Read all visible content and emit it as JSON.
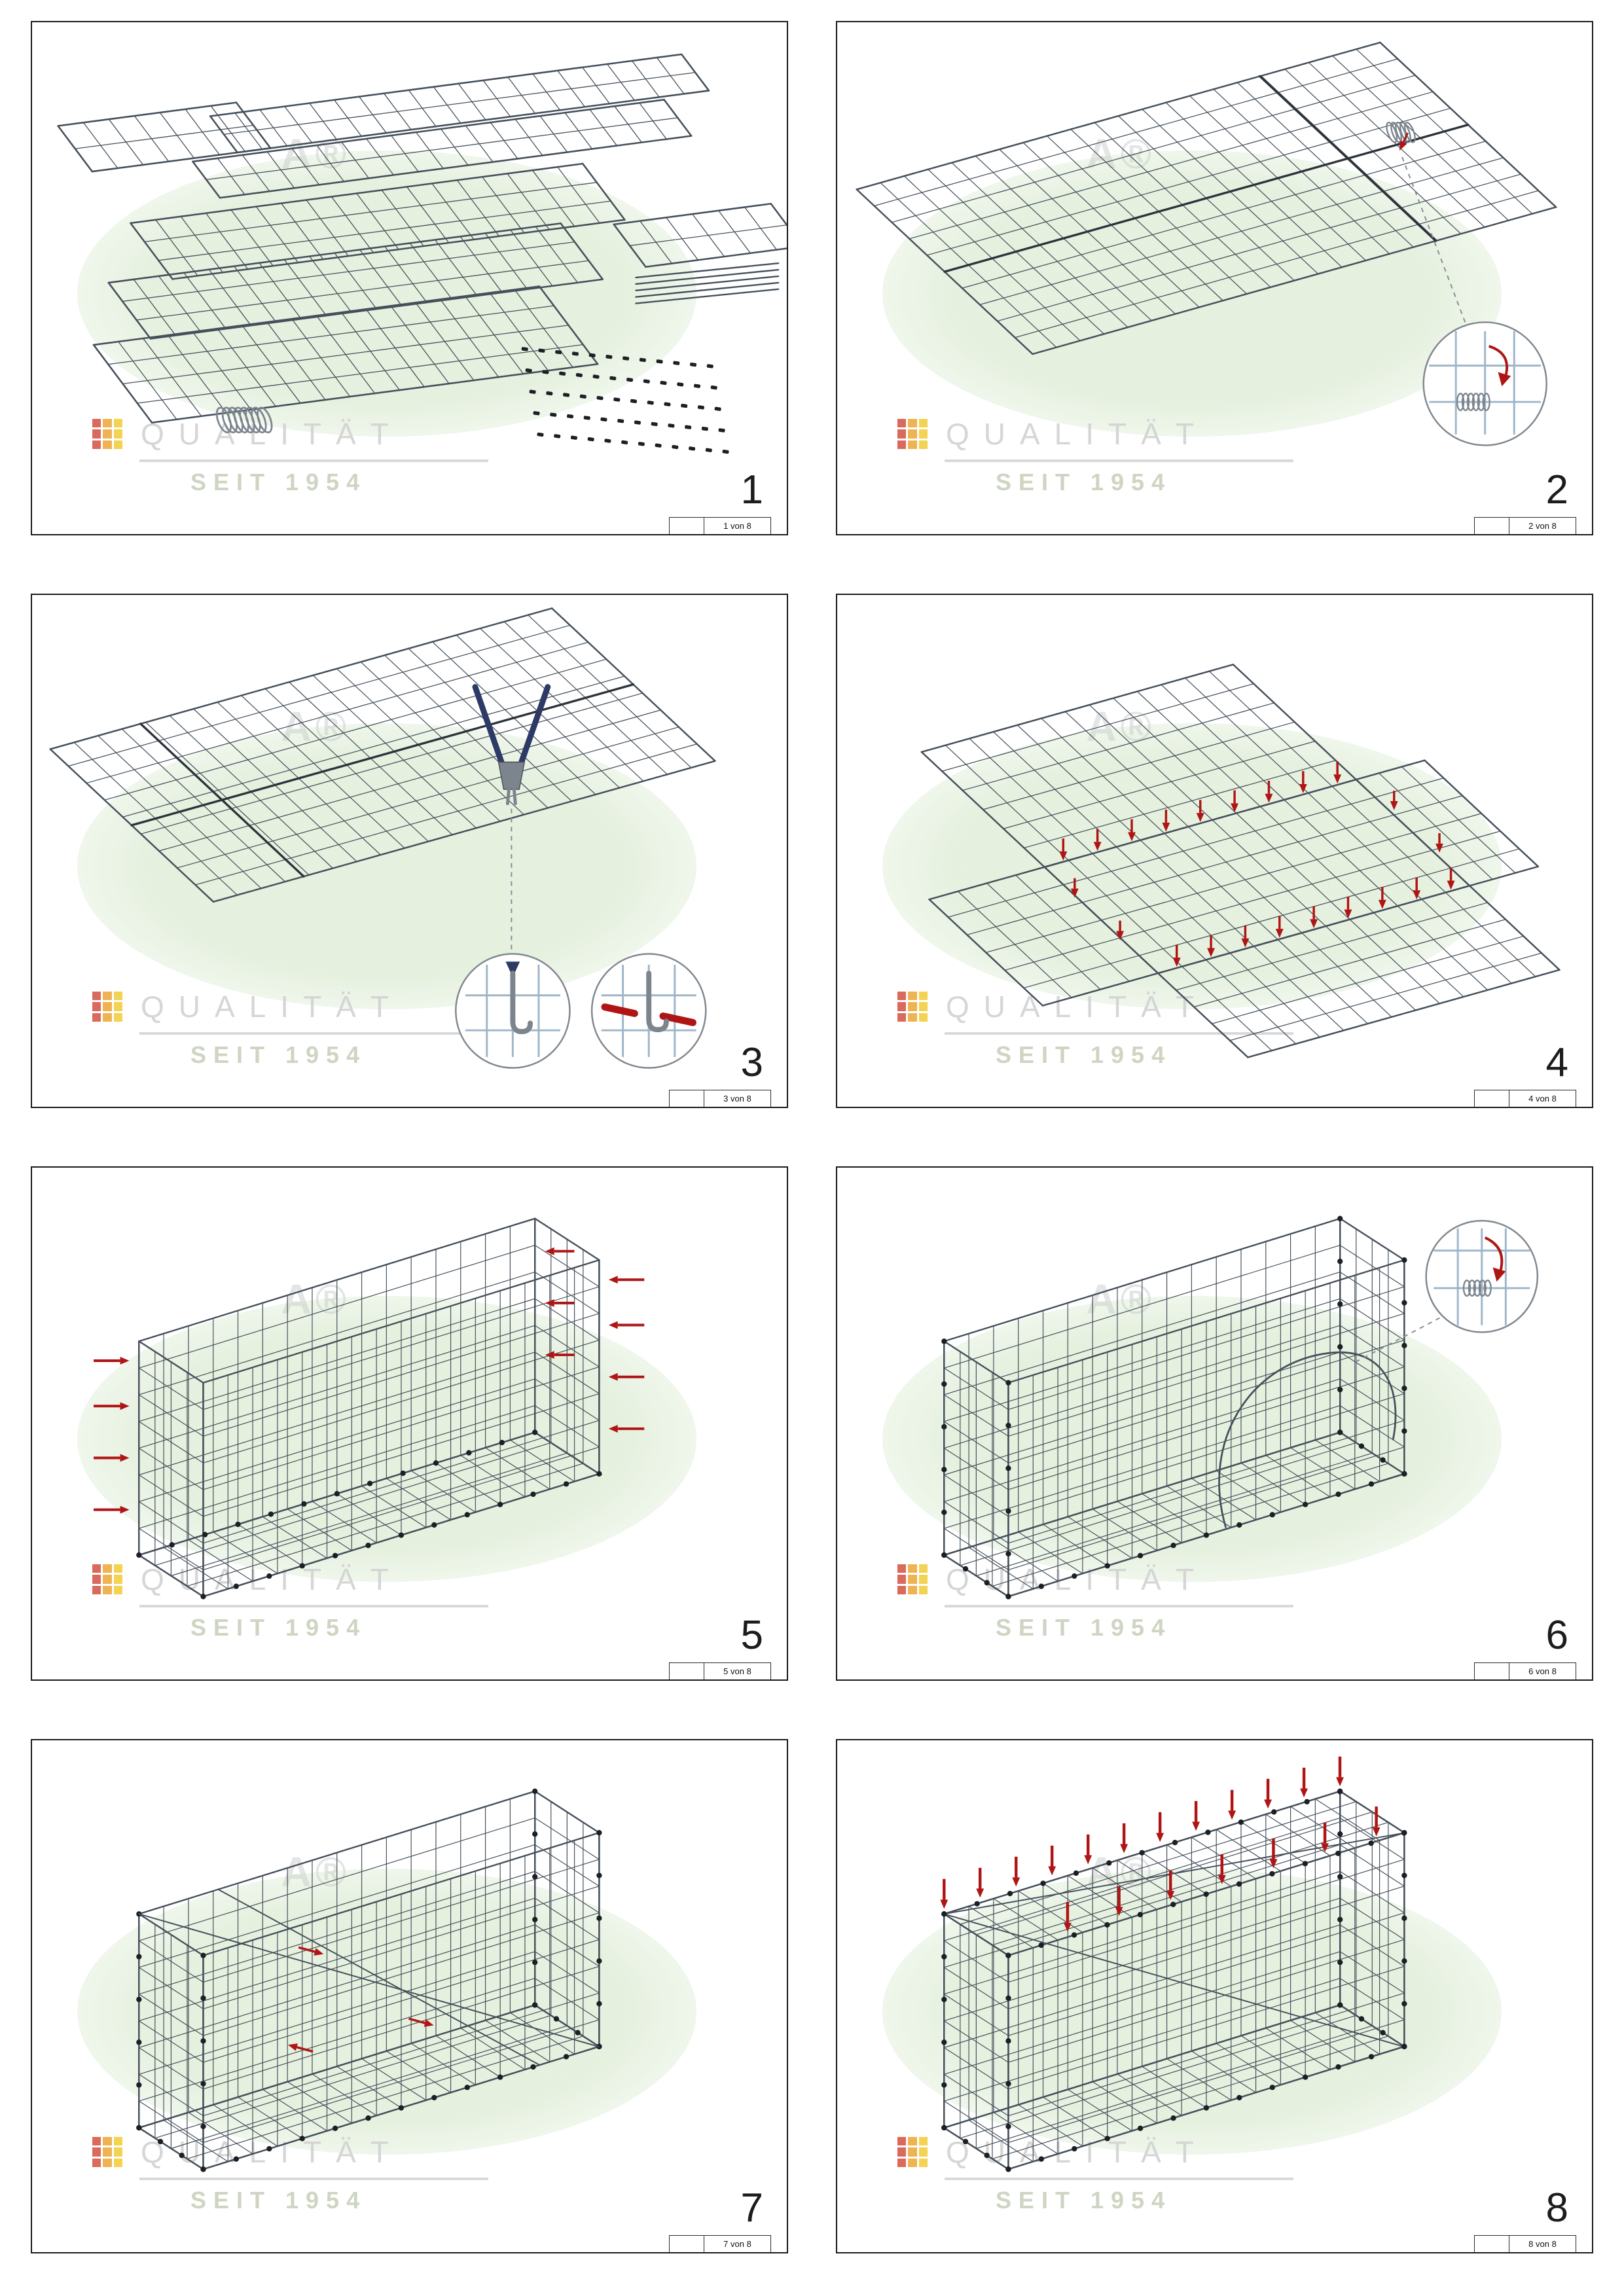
{
  "document": {
    "type": "assembly-instruction-sheet",
    "steps_total": 8
  },
  "watermark": {
    "brand": "QUALITÄT",
    "tagline": "SEIT 1954",
    "reg_fragment": "A®",
    "logo_colors": [
      "#cd3b2a",
      "#ea9b1f",
      "#f2c51c"
    ]
  },
  "colors": {
    "mesh": "#45505b",
    "mesh_dark": "#2c333b",
    "detail_mesh": "#9fb6c8",
    "arrow": "#b01515",
    "hardware": "#7c858e",
    "clip": "#1c2025",
    "tool": "#2d3a66"
  },
  "panels": [
    {
      "number": "1",
      "page_label": "1 von 8",
      "scene": "parts"
    },
    {
      "number": "2",
      "page_label": "2 von 8",
      "scene": "flat_spiral"
    },
    {
      "number": "3",
      "page_label": "3 von 8",
      "scene": "flat_pliers"
    },
    {
      "number": "4",
      "page_label": "4 von 8",
      "scene": "cross_fold"
    },
    {
      "number": "5",
      "page_label": "5 von 8",
      "scene": "box_spirals"
    },
    {
      "number": "6",
      "page_label": "6 von 8",
      "scene": "box_handle"
    },
    {
      "number": "7",
      "page_label": "7 von 8",
      "scene": "box_braces"
    },
    {
      "number": "8",
      "page_label": "8 von 8",
      "scene": "box_lid"
    }
  ]
}
